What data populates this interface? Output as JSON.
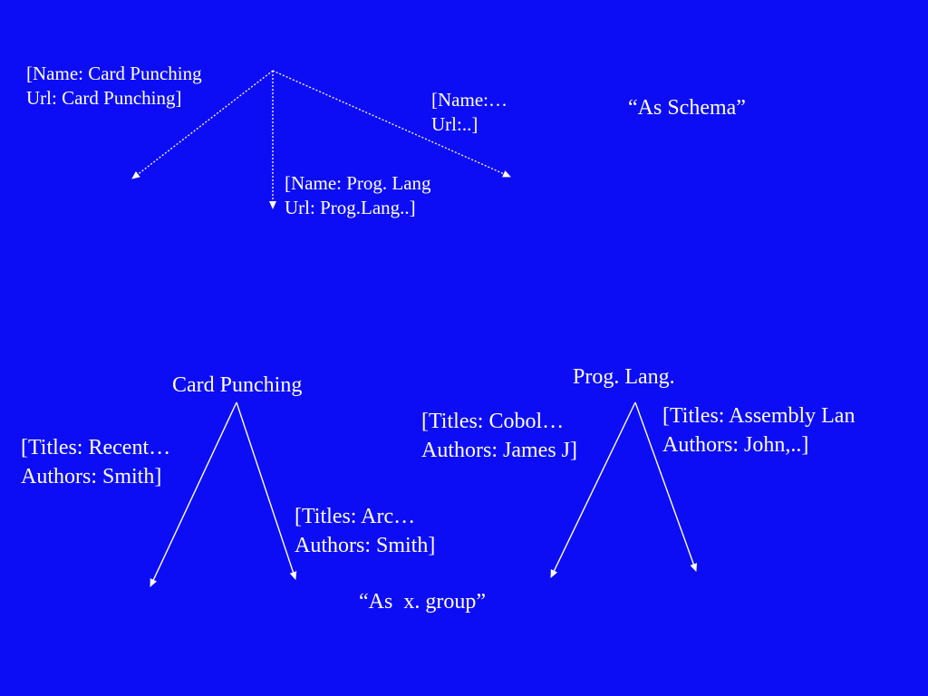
{
  "colors": {
    "background": "#0d0df5",
    "foreground": "#ffffff"
  },
  "schema": {
    "root": {
      "line1": "[Name: Card Punching",
      "line2": "Url: Card Punching]"
    },
    "child_middle": {
      "line1": "[Name: Prog. Lang",
      "line2": "Url: Prog.Lang..]"
    },
    "child_right": {
      "line1": "[Name:…",
      "line2": "Url:..]"
    },
    "caption": "“As Schema”"
  },
  "group": {
    "card_punching": {
      "title": "Card Punching",
      "left": {
        "line1": "[Titles: Recent…",
        "line2": "Authors: Smith]"
      },
      "right": {
        "line1": "[Titles: Arc…",
        "line2": "Authors: Smith]"
      }
    },
    "prog_lang": {
      "title": "Prog. Lang.",
      "left": {
        "line1": "[Titles: Cobol…",
        "line2": "Authors: James J]"
      },
      "right": {
        "line1": "[Titles: Assembly Lan",
        "line2": "Authors: John,..]"
      }
    },
    "caption": "“As  x. group”"
  }
}
